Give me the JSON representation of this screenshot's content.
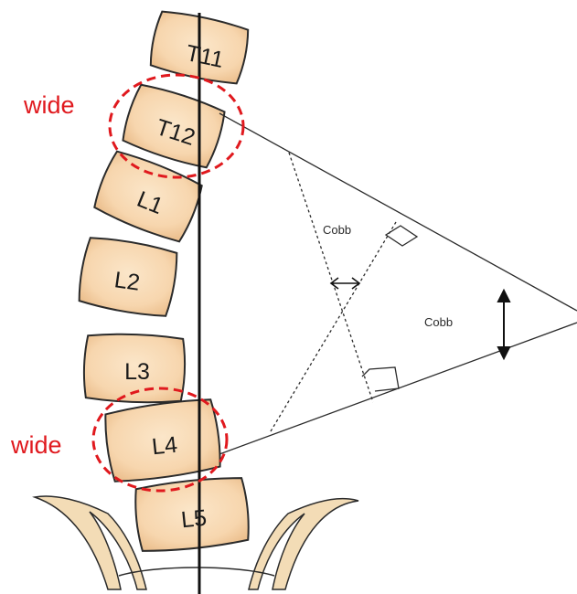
{
  "diagram": {
    "vertebrae": [
      {
        "id": "t11",
        "label": "T11"
      },
      {
        "id": "t12",
        "label": "T12"
      },
      {
        "id": "l1",
        "label": "L1"
      },
      {
        "id": "l2",
        "label": "L2"
      },
      {
        "id": "l3",
        "label": "L3"
      },
      {
        "id": "l4",
        "label": "L4"
      },
      {
        "id": "l5",
        "label": "L5"
      }
    ],
    "wide_label_upper": "wide",
    "wide_label_lower": "wide",
    "cobb_label_inner": "Cobb",
    "cobb_label_outer": "Cobb"
  },
  "colors": {
    "vertebra_fill": "#f7d6ae",
    "vertebra_stroke": "#2b2b2b",
    "highlight": "#e0191e",
    "line": "#2b2b2b",
    "pelvis_fill": "#f3dcb6"
  }
}
